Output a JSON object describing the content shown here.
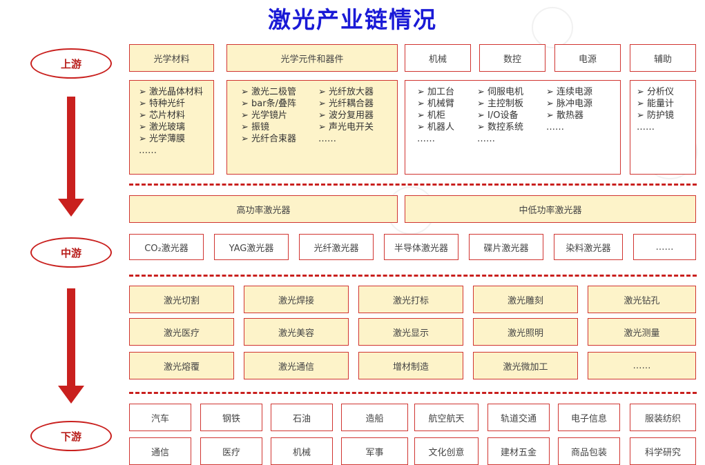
{
  "title": "激光产业链情况",
  "stages": {
    "upstream": "上游",
    "midstream": "中游",
    "downstream": "下游"
  },
  "upstream": {
    "headers": [
      "光学材料",
      "光学元件和器件",
      "机械",
      "数控",
      "电源",
      "辅助"
    ],
    "materials": [
      "➢ 激光晶体材料",
      "➢ 特种光纤",
      "➢ 芯片材料",
      "➢ 激光玻璃",
      "➢ 光学薄膜",
      "……"
    ],
    "components_col1": [
      "➢ 激光二极管",
      "➢ bar条/叠阵",
      "➢ 光学镜片",
      "➢ 振镜",
      "➢ 光纤合束器"
    ],
    "components_col2": [
      "➢ 光纤放大器",
      "➢ 光纤耦合器",
      "➢ 波分复用器",
      "➢ 声光电开关",
      "……"
    ],
    "mech_col1": [
      "➢ 加工台",
      "➢ 机械臂",
      "➢ 机柜",
      "➢ 机器人",
      "……"
    ],
    "mech_col2": [
      "➢ 伺服电机",
      "➢ 主控制板",
      "➢ I/O设备",
      "➢ 数控系统",
      "……"
    ],
    "mech_col3": [
      "➢ 连续电源",
      "➢ 脉冲电源",
      "➢ 散热器",
      "……"
    ],
    "aux": [
      "➢ 分析仪",
      "➢ 能量计",
      "➢ 防护镜",
      "……"
    ]
  },
  "midstream": {
    "power": [
      "高功率激光器",
      "中低功率激光器"
    ],
    "types": [
      "CO₂激光器",
      "YAG激光器",
      "光纤激光器",
      "半导体激光器",
      "碟片激光器",
      "染料激光器",
      "……"
    ]
  },
  "applications": [
    [
      "激光切割",
      "激光焊接",
      "激光打标",
      "激光雕刻",
      "激光钻孔"
    ],
    [
      "激光医疗",
      "激光美容",
      "激光显示",
      "激光照明",
      "激光测量"
    ],
    [
      "激光熔覆",
      "激光通信",
      "增材制造",
      "激光微加工",
      "……"
    ]
  ],
  "downstream": [
    [
      "汽车",
      "钢铁",
      "石油",
      "造船",
      "航空航天",
      "轨道交通",
      "电子信息",
      "服装纺织"
    ],
    [
      "通信",
      "医疗",
      "机械",
      "军事",
      "文化创意",
      "建材五金",
      "商品包装",
      "科学研究"
    ]
  ],
  "colors": {
    "accent": "#c9201e",
    "fill": "#fdf3c9",
    "title": "#1a1ad6"
  }
}
